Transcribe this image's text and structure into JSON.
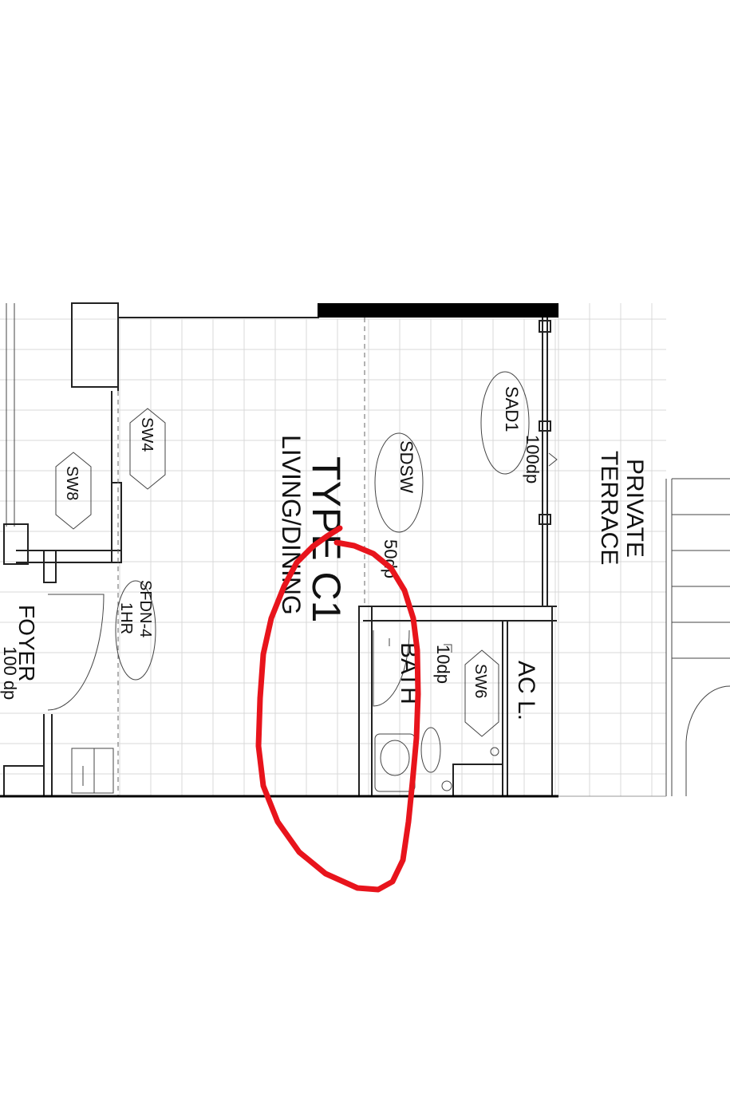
{
  "plan": {
    "unit_title": "TYPE C1",
    "rooms": {
      "living": "LIVING/DINING",
      "foyer": "FOYER",
      "foyer_note": "100 dp",
      "bath": "BATH",
      "terrace_line1": "PRIVATE",
      "terrace_line2": "TERRACE",
      "ac": "AC L."
    },
    "tags": {
      "sw4": "SW4",
      "sw8": "SW8",
      "sw6": "SW6",
      "sdsw": "SDSW",
      "sad1": "SAD1",
      "sfdn_line1": "SFDN-4",
      "sfdn_line2": "1HR"
    },
    "notes": {
      "n100dp": "100dp",
      "n50dp": "50dp",
      "n10dp": "10dp"
    },
    "colors": {
      "markup": "#e8141c",
      "lines": "#222222",
      "grid": "#d9d9d9"
    }
  }
}
